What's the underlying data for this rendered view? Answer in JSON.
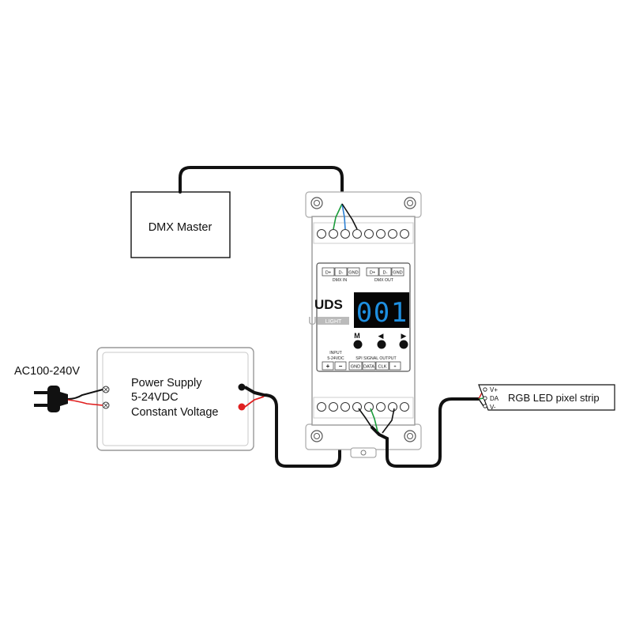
{
  "dmx_master": {
    "label": "DMX Master"
  },
  "mains": {
    "label": "AC100-240V"
  },
  "power_supply": {
    "line1": "Power Supply",
    "line2": "5-24VDC",
    "line3": "Constant Voltage"
  },
  "controller": {
    "brand": "UDS",
    "logo_letter": "U",
    "logo_text": "LIGHT",
    "display": [
      "0",
      "0",
      "1"
    ],
    "colors": {
      "display_bg": "#050505",
      "display_digits": "#1e8fe0"
    },
    "buttons": [
      {
        "label": "M"
      },
      {
        "label": "◀"
      },
      {
        "label": "▶"
      }
    ],
    "top_terminals": [
      "D+",
      "D-",
      "GND",
      "D+",
      "D-",
      "GND"
    ],
    "dmx_in_label": "DMX IN",
    "dmx_out_label": "DMX OUT",
    "input_label_1": "INPUT",
    "input_label_2": "5-24VDC",
    "spi_label": "SPI SIGNAL OUTPUT",
    "input_terminals": [
      "+",
      "−"
    ],
    "spi_terminals": [
      "GND",
      "DATA",
      "CLK",
      "+"
    ]
  },
  "led_strip": {
    "label": "RGB LED pixel strip",
    "pins": [
      "V+",
      "DA",
      "V-"
    ]
  },
  "wire_colors": {
    "black": "#111111",
    "red": "#e02020",
    "green": "#1a9c3a",
    "blue": "#2a7fd4",
    "white": "#dddddd"
  }
}
